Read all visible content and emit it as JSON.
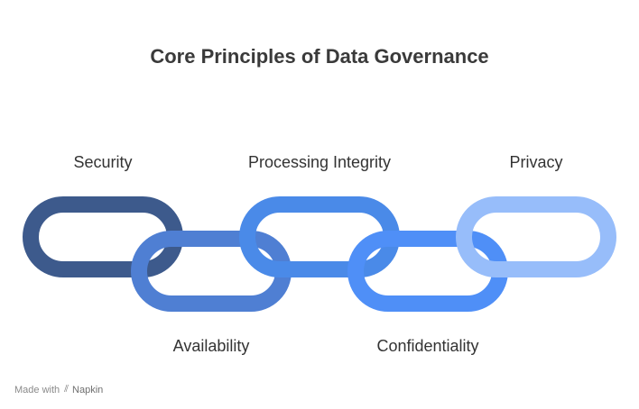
{
  "title": "Core Principles of Data Governance",
  "links": [
    {
      "label": "Security",
      "color": "#3d5a8c",
      "position": "top"
    },
    {
      "label": "Availability",
      "color": "#4f7fd3",
      "position": "bottom"
    },
    {
      "label": "Processing Integrity",
      "color": "#4a8ae8",
      "position": "top"
    },
    {
      "label": "Confidentiality",
      "color": "#4f8ff7",
      "position": "bottom"
    },
    {
      "label": "Privacy",
      "color": "#97bdfa",
      "position": "top"
    }
  ],
  "footer": {
    "made_with": "Made with",
    "brand": "Napkin",
    "icon": "napkin-logo-icon"
  }
}
